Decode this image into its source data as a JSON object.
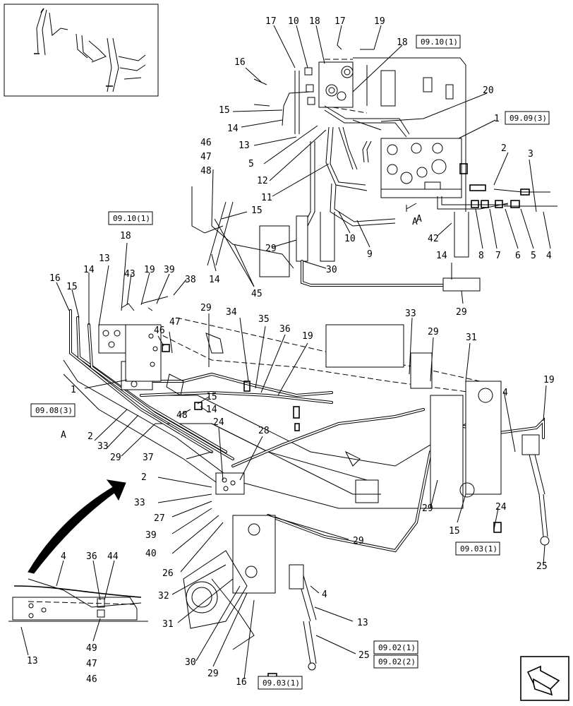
{
  "refs": {
    "r1": "09.10(1)",
    "r2": "09.09(3)",
    "r3": "09.10(1)",
    "r4": "09.08(3)",
    "r5": "09.03(1)",
    "r6": "09.02(1)",
    "r7": "09.02(2)",
    "r8": "09.03(1)"
  },
  "callouts": {
    "detail_top": [
      "17",
      "10",
      "18",
      "17",
      "19",
      "18",
      "16",
      "20",
      "15",
      "1",
      "14",
      "13",
      "5",
      "2",
      "3",
      "12",
      "11",
      "10",
      "9",
      "8",
      "7",
      "6",
      "5",
      "4",
      "42",
      "29",
      "30",
      "15",
      "14",
      "45",
      "46",
      "47",
      "48",
      "A",
      "29"
    ],
    "main": [
      "18",
      "13",
      "43",
      "19",
      "39",
      "38",
      "16",
      "15",
      "14",
      "29",
      "34",
      "35",
      "36",
      "19",
      "33",
      "29",
      "31",
      "19",
      "46",
      "47",
      "1",
      "48",
      "14",
      "15",
      "4",
      "2",
      "33",
      "29",
      "24",
      "28",
      "37",
      "2",
      "33",
      "27",
      "39",
      "40",
      "26",
      "24",
      "15",
      "29",
      "25",
      "29",
      "4",
      "13",
      "32",
      "31",
      "30",
      "29",
      "16",
      "25",
      "A",
      "A"
    ],
    "inset": [
      "4",
      "36",
      "44",
      "13",
      "49",
      "47",
      "46"
    ]
  },
  "icons": {
    "thumbnail": "hose-assembly-thumbnail-icon",
    "arrow": "direction-arrow-icon",
    "nav": "next-page-arrow-icon"
  }
}
